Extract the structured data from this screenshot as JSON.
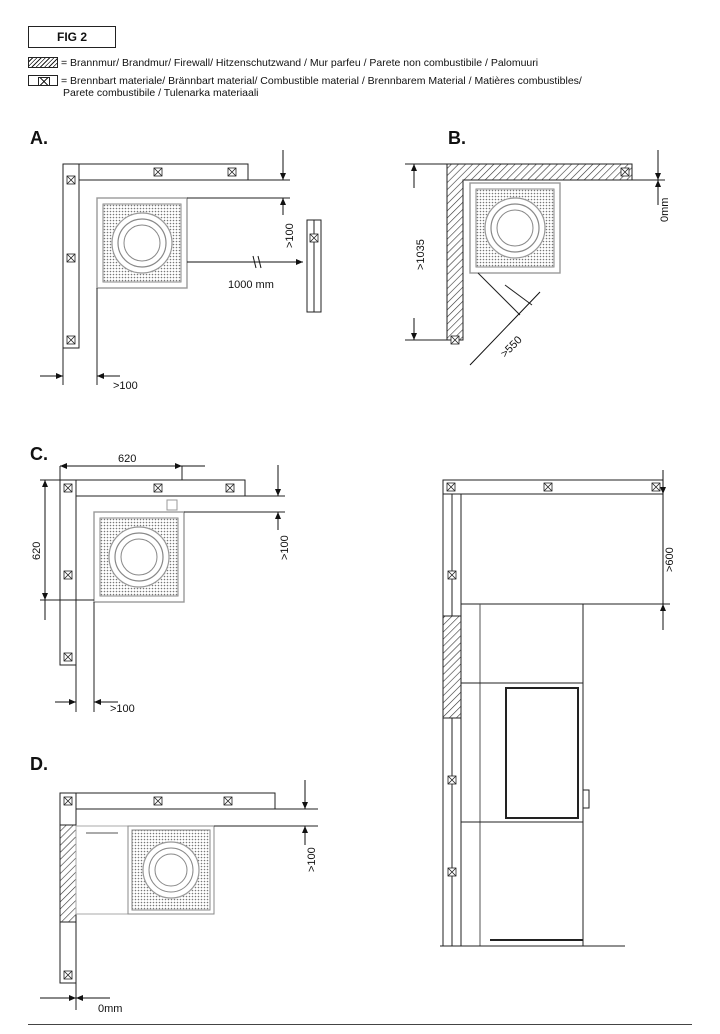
{
  "figure": {
    "label": "FIG 2"
  },
  "legend": {
    "firewall": "= Brannmur/ Brandmur/ Firewall/ Hitzenschutzwand / Mur parfeu / Parete non combustibile / Palomuuri",
    "combustible_1": "= Brennbart materiale/ Brännbart material/ Combustible material / Brennbarem Material / Matières combustibles/",
    "combustible_2": "Parete combustibile / Tulenarka materiaali"
  },
  "sections": {
    "a": "A.",
    "b": "B.",
    "c": "C.",
    "d": "D."
  },
  "dimensions": {
    "a_side": ">100",
    "a_front": "1000 mm",
    "a_bottom": ">100",
    "b_height": ">1035",
    "b_right": "0mm",
    "b_diag": ">550",
    "c_width": "620",
    "c_height": "620",
    "c_side": ">100",
    "c_bottom": ">100",
    "d_side": ">100",
    "d_bottom": "0mm",
    "e_top": ">600"
  }
}
